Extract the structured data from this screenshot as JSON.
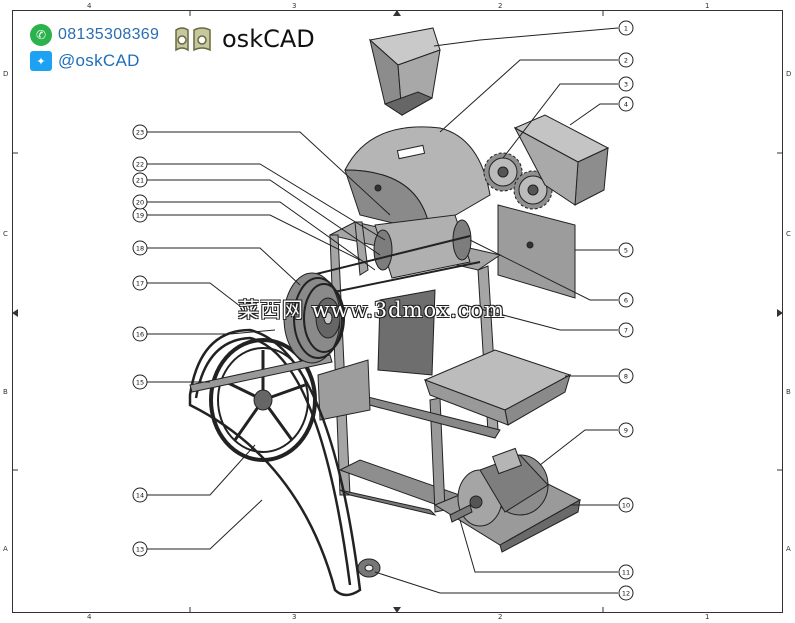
{
  "contact": {
    "phone": "08135308369",
    "twitter": "@oskCAD",
    "whatsapp_icon": "whatsapp-icon",
    "twitter_icon": "twitter-bird-icon"
  },
  "logo": {
    "text": "oskCAD"
  },
  "watermark": {
    "text": "菜西网 www.3dmox.com"
  },
  "sheet": {
    "top_columns": [
      "4",
      "3",
      "2",
      "1"
    ],
    "bottom_columns": [
      "4",
      "3",
      "2",
      "1"
    ],
    "rows": [
      "D",
      "C",
      "B",
      "A"
    ]
  },
  "callouts": [
    "1",
    "2",
    "3",
    "4",
    "5",
    "6",
    "7",
    "8",
    "9",
    "10",
    "11",
    "12",
    "13",
    "14",
    "15",
    "16",
    "17",
    "18",
    "19",
    "20",
    "21",
    "22",
    "23"
  ],
  "colors": {
    "frame": "#333333",
    "metal": "#9a9a9a",
    "dark": "#555555",
    "whatsapp": "#2bb24c",
    "twitter": "#1da1f2"
  }
}
